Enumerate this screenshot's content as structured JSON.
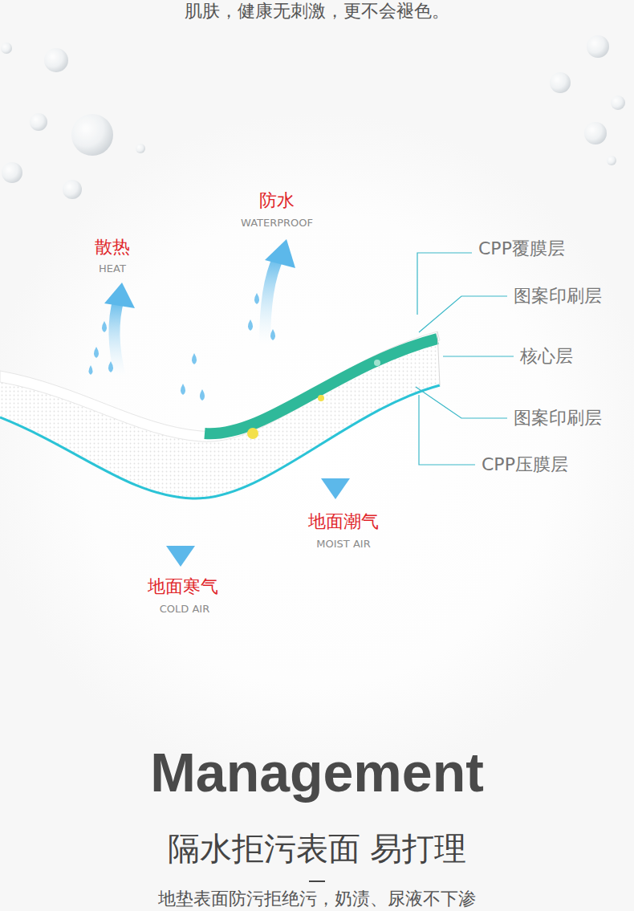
{
  "diagram": {
    "title": "Management",
    "labels": [
      "肌肤，健康无刺激，更不会褪色。",
      "防水",
      "WATERPROOF",
      "散热",
      "HEAT",
      "CPP覆膜层",
      "图案印刷层",
      "核心层",
      "图案印刷层",
      "CPP压膜层",
      "地面潮气",
      "MOIST AIR",
      "地面寒气",
      "COLD AIR",
      "隔水拒污表面 易打理",
      "地垫表面防污拒绝污，奶渍、尿液不下渗"
    ]
  }
}
